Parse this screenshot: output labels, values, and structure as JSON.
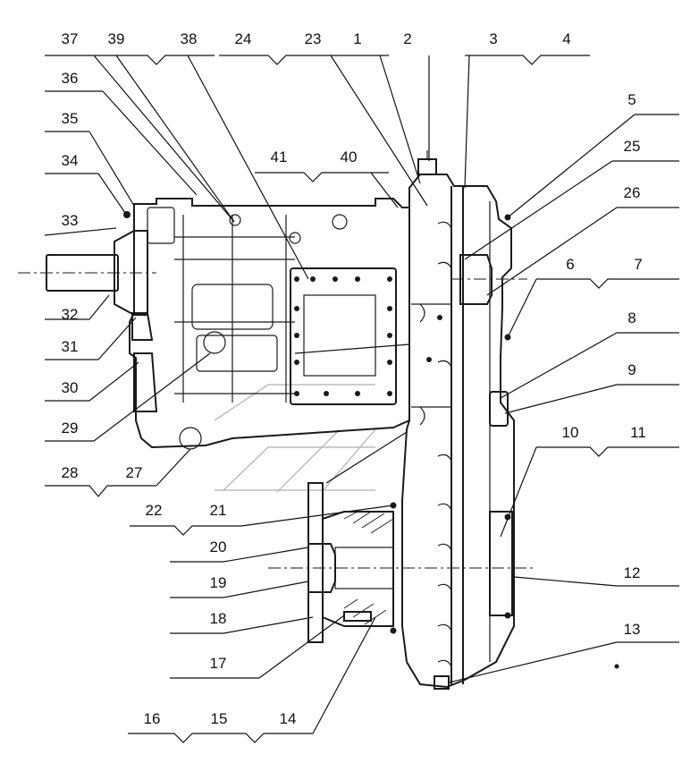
{
  "callout_labels": {
    "l1": "1",
    "l2": "2",
    "l3": "3",
    "l4": "4",
    "l5": "5",
    "l6": "6",
    "l7": "7",
    "l8": "8",
    "l9": "9",
    "l10": "10",
    "l11": "11",
    "l12": "12",
    "l13": "13",
    "l14": "14",
    "l15": "15",
    "l16": "16",
    "l17": "17",
    "l18": "18",
    "l19": "19",
    "l20": "20",
    "l21": "21",
    "l22": "22",
    "l23": "23",
    "l24": "24",
    "l25": "25",
    "l26": "26",
    "l27": "27",
    "l28": "28",
    "l29": "29",
    "l30": "30",
    "l31": "31",
    "l32": "32",
    "l33": "33",
    "l34": "34",
    "l35": "35",
    "l36": "36",
    "l37": "37",
    "l38": "38",
    "l39": "39",
    "l40": "40",
    "l41": "41"
  }
}
